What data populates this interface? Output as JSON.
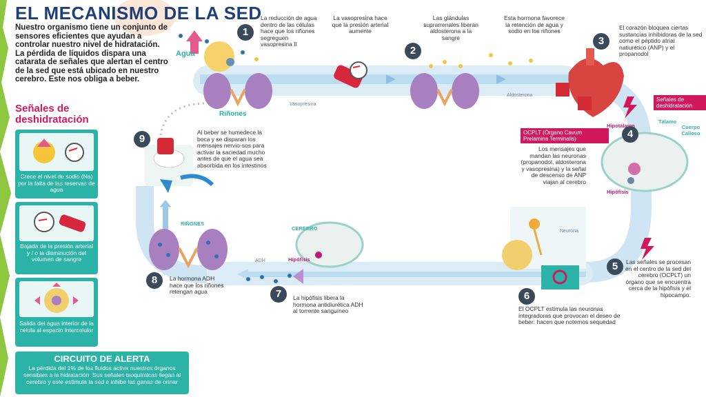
{
  "title": "EL MECANISMO DE LA SED",
  "intro": "Nuestro organismo tiene un conjunto de sensores eficientes que ayudan a controlar nuestro nivel de hidratación. La pérdida de líquidos dispara una catarata de señales que alertan el centro de la sed que está ubicado en nuestro cerebro. Este nos obliga a beber.",
  "signals_title": "Señales de deshidratación",
  "signal_cards": [
    "Crece el nivel de sodio (Na) por la falta de las reservas de agua",
    "Bajada de la presión arterial y / o la disminución del volumen de sangre",
    "Salida del agua interior de la célula al espacio intercelular"
  ],
  "alert": {
    "heading": "CIRCUITO DE ALERTA",
    "body": "La pérdida del 1% de los fluidos activa nuestros órganos sensibles a la hidratación. Sus señales bioquímicas llegan al cerebro y este estimula la sed e inhibe las ganas de orinar"
  },
  "labels": {
    "agua": "Agua",
    "rinones_top": "Riñones",
    "vasopresina": "Vasopresina",
    "aldosterona": "Aldosterona",
    "senales_deshidratacion": "Señales de deshidratación",
    "ocplt": "OCPLT (Órgano Cavum Prelamina Terminalis)",
    "hipotalamo": "Hipotálamo",
    "talamo": "Tálamo",
    "cuerpo_calloso": "Cuerpo Calloso",
    "hipofisis_brain": "Hipófisis",
    "neurona": "Neurona",
    "cerebro": "CEREBRO",
    "hipofisis_small": "Hipófisis",
    "adh": "ADH",
    "rinones_bottom": "RIÑONES"
  },
  "steps": [
    {
      "num": "1",
      "text": "La reducción de agua dentro de las células hace que los riñones segreguen vasopresina II"
    },
    {
      "num": "2",
      "text": "Las glándulas suprarrenales liberan aldosterona a la sangre"
    },
    {
      "num": "3",
      "text": "El corazón bloquea ciertas sustancias inhibidoras de la sed como el péptido atrial natiurético (ANP) y el propanodol"
    },
    {
      "num": "4",
      "text": "Los mensajes que mandan las neuronas (propanodol, aldosterona y vasopresina) y la señal de descenso de ANP viajan al cerebro"
    },
    {
      "num": "5",
      "text": "Las señales se procesan en el centro de la sed del cerebro (OCPLT) un órgano que se encuentra cerca de la hipófisis y el hipocampo."
    },
    {
      "num": "6",
      "text": "El OCPLT estimula las neuronas integradoras que provocan el deseo de beber: hacen que notemos sequedad"
    },
    {
      "num": "7",
      "text": "La hipófisis libera la hormona antidiurética ADH al torrente sanguíneo"
    },
    {
      "num": "8",
      "text": "La hormona ADH hace que los riñones retengan agua"
    },
    {
      "num": "9",
      "text": "Al beber se humedece la boca y se disparan los mensajes nervio-sos para activar la saciedad mucho antes de que el agua sea absorbida en los intestinos"
    }
  ],
  "mid_text": "La vasopresina hace que la presión arterial aumente",
  "mid_text2": "Esta hormona favorece la retención de agua y sodio en los riñones",
  "colors": {
    "title": "#1e3f78",
    "teal": "#2ab3a6",
    "magenta": "#d2185c",
    "kidney": "#a87fbf",
    "accent_green": "#8dc63f"
  }
}
